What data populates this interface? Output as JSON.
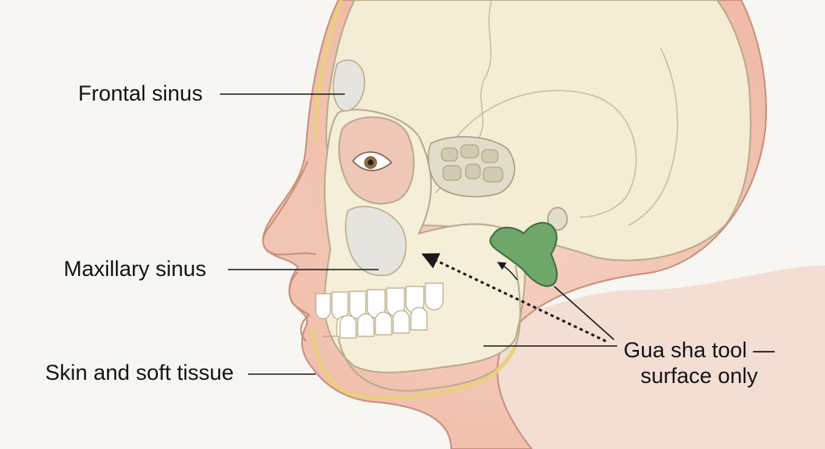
{
  "labels": {
    "frontal_sinus": "Frontal sinus",
    "maxillary_sinus": "Maxillary sinus",
    "skin_soft_tissue": "Skin and soft tissue",
    "gua_sha_line1": "Gua sha tool —",
    "gua_sha_line2": "surface only"
  },
  "colors": {
    "background": "#f7f6f2",
    "bone": "#f4ecd5",
    "bone_outline": "#b9ab8a",
    "skin": "#f2c4b4",
    "skin_outline": "#c98f7c",
    "sinus": "#e6e4df",
    "jade_tool": "#6fa66a",
    "leader_line": "#1a1a1a"
  },
  "icons": {
    "tool": "gua-sha-stone-icon",
    "arrow": "dotted-arrow-icon"
  }
}
